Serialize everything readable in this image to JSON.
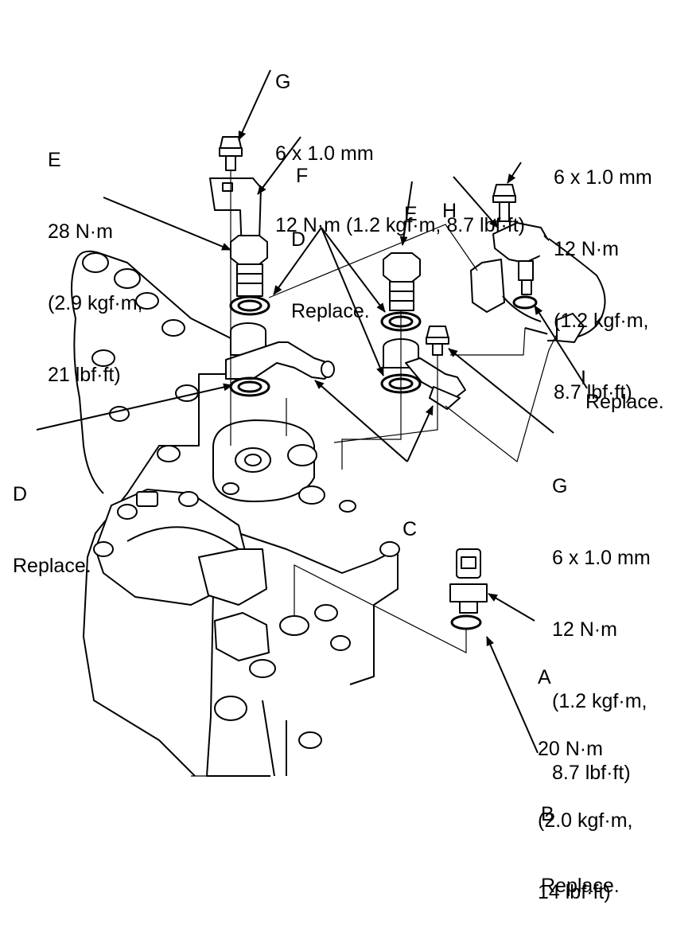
{
  "callouts": {
    "G_top": {
      "letter": "G",
      "size": "6 x 1.0 mm",
      "torque": "12 N·m (1.2 kgf·m, 8.7 lbf·ft)"
    },
    "E_left": {
      "letter": "E",
      "torque_1": "28 N·m",
      "torque_2": "(2.9 kgf·m,",
      "torque_3": "21 lbf·ft)"
    },
    "F": {
      "letter": "F"
    },
    "D_top": {
      "letter": "D",
      "note": "Replace."
    },
    "E_mid": {
      "letter": "E"
    },
    "H": {
      "letter": "H"
    },
    "H_bolt": {
      "size": "6 x 1.0 mm",
      "torque_1": "12 N·m",
      "torque_2": "(1.2 kgf·m,",
      "torque_3": "8.7 lbf·ft)"
    },
    "I": {
      "letter": "I",
      "note": "Replace."
    },
    "G_right": {
      "letter": "G",
      "size": "6 x 1.0 mm",
      "torque_1": "12 N·m",
      "torque_2": "(1.2 kgf·m,",
      "torque_3": "8.7 lbf·ft)"
    },
    "D_left": {
      "letter": "D",
      "note": "Replace."
    },
    "C": {
      "letter": "C"
    },
    "A": {
      "letter": "A",
      "torque_1": "20 N·m",
      "torque_2": "(2.0 kgf·m,",
      "torque_3": "14 lbf·ft)"
    },
    "B": {
      "letter": "B",
      "note": "Replace."
    }
  }
}
